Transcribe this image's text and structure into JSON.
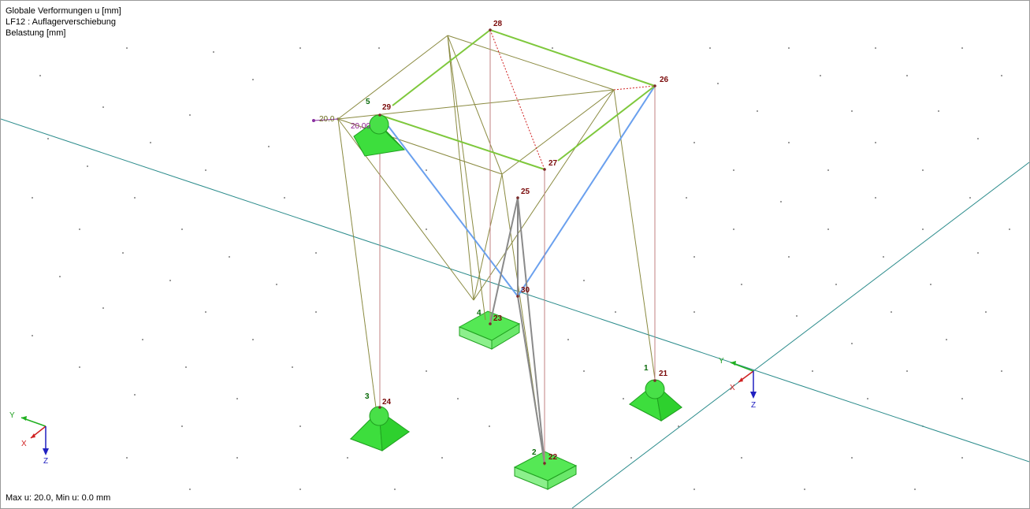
{
  "info": {
    "line1": "Globale Verformungen u [mm]",
    "line2": "LF12 : Auflagerverschiebung",
    "line3": "Belastung [mm]"
  },
  "status": {
    "text": "Max u: 20.0, Min u: 0.0 mm"
  },
  "colors": {
    "member_gray": "#8a8a8a",
    "member_deformed": "#8a8a40",
    "member_green": "#7ec83c",
    "member_blue": "#6aa0ee",
    "member_red": "#d02020",
    "column": "#c08080",
    "support": "#28d828",
    "grid_line": "#2c8c8c"
  },
  "nodes": [
    {
      "id": "21",
      "label": "21"
    },
    {
      "id": "22",
      "label": "22"
    },
    {
      "id": "23",
      "label": "23"
    },
    {
      "id": "24",
      "label": "24"
    },
    {
      "id": "25",
      "label": "25"
    },
    {
      "id": "26",
      "label": "26"
    },
    {
      "id": "27",
      "label": "27"
    },
    {
      "id": "28",
      "label": "28"
    },
    {
      "id": "29",
      "label": "29"
    },
    {
      "id": "30",
      "label": "30"
    }
  ],
  "supports": [
    {
      "id": "1",
      "label": "1"
    },
    {
      "id": "2",
      "label": "2"
    },
    {
      "id": "3",
      "label": "3"
    },
    {
      "id": "4",
      "label": "4"
    },
    {
      "id": "5",
      "label": "5"
    }
  ],
  "loads": {
    "label_a": "20.0",
    "label_b": "20.00"
  },
  "axes": {
    "x": "X",
    "y": "Y",
    "z": "Z"
  }
}
